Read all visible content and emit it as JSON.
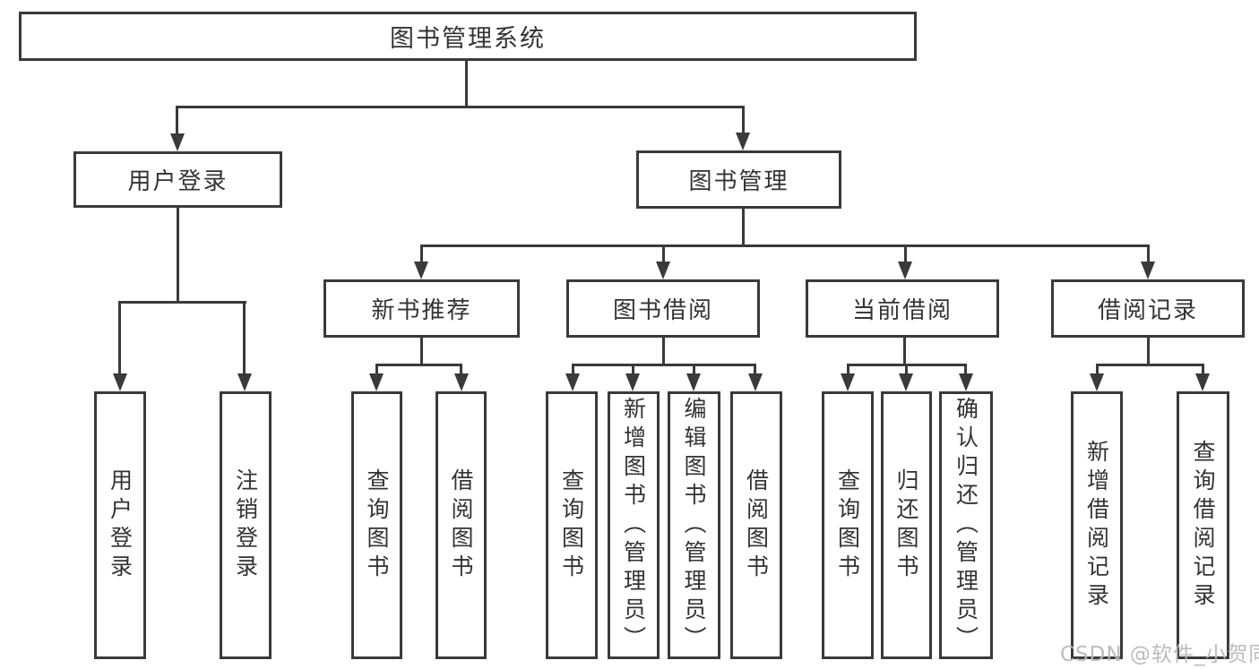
{
  "diagram": {
    "title": "图书管理系统",
    "watermark": "CSDN @软件_小贺同学",
    "colors": {
      "line": "#3a3a3a",
      "text": "#333333",
      "background": "#ffffff",
      "watermark": "#b9b8b8"
    },
    "nodes": {
      "root": "图书管理系统",
      "user_login": "用户登录",
      "book_mgmt": "图书管理",
      "new_book_rec": "新书推荐",
      "book_borrow": "图书借阅",
      "current_borrow": "当前借阅",
      "borrow_records": "借阅记录",
      "leaf_user_login": "用户登录",
      "leaf_logout": "注销登录",
      "leaf_nbr_query": "查询图书",
      "leaf_nbr_borrow": "借阅图书",
      "leaf_bb_query": "查询图书",
      "leaf_bb_add": "新增图书（管理员）",
      "leaf_bb_edit": "编辑图书（管理员）",
      "leaf_bb_borrow": "借阅图书",
      "leaf_cb_query": "查询图书",
      "leaf_cb_return": "归还图书",
      "leaf_cb_confirm": "确认归还（管理员）",
      "leaf_br_add": "新增借阅记录",
      "leaf_br_query": "查询借阅记录"
    }
  }
}
